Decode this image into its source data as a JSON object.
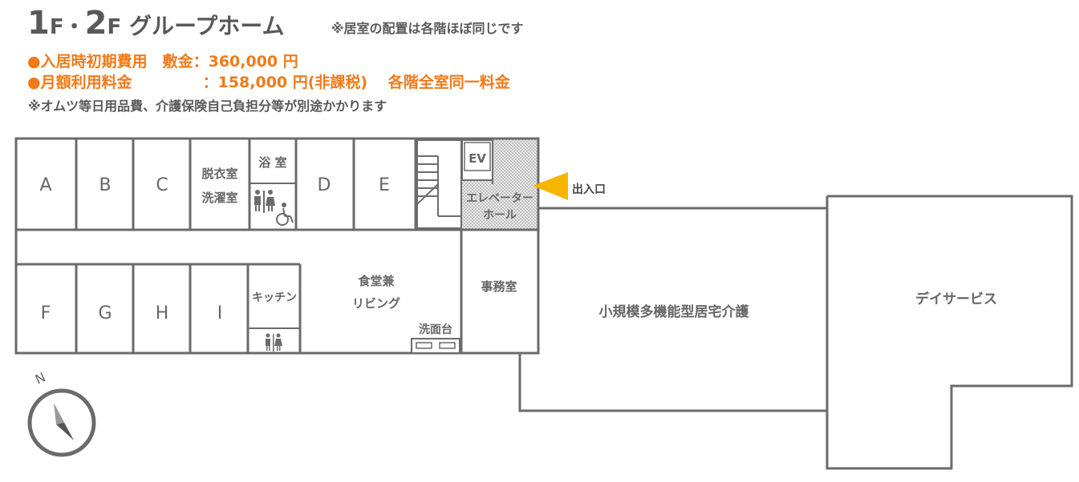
{
  "header": {
    "title_num1": "1",
    "title_f1": "F",
    "title_dot": "・",
    "title_num2": "2",
    "title_f2": "F",
    "title_rest": " グループホーム",
    "title_note": "※居室の配置は各階ほぼ同じです",
    "fee_line1_label": "●入居時初期費用　敷金",
    "fee_line1_value": "：360,000 円",
    "fee_line2_label": "●月額利用料金",
    "fee_line2_value": "：158,000 円(非課税)　 各階全室同一料金",
    "note_line": "※オムツ等日用品費、介護保険自己負担分等が別途かかります"
  },
  "plan": {
    "rooms_top": [
      "A",
      "B",
      "C"
    ],
    "changing_room": "脱衣室",
    "laundry_room": "洗濯室",
    "bath": "浴 室",
    "rooms_top2": [
      "D",
      "E"
    ],
    "ev": "EV",
    "elevator_hall_1": "エレベーター",
    "elevator_hall_2": "ホール",
    "entrance": "出入口",
    "rooms_bottom": [
      "F",
      "G",
      "H",
      "I"
    ],
    "kitchen": "キッチン",
    "dining_1": "食堂兼",
    "dining_2": "リビング",
    "washbasin": "洗面台",
    "office": "事務室",
    "small_multi": "小規模多機能型居宅介護",
    "day_service": "デイサービス",
    "compass_n": "N"
  },
  "colors": {
    "accent_orange": "#f07a1a",
    "arrow_yellow": "#f7b500",
    "wall_gray": "#6b6b6b"
  }
}
